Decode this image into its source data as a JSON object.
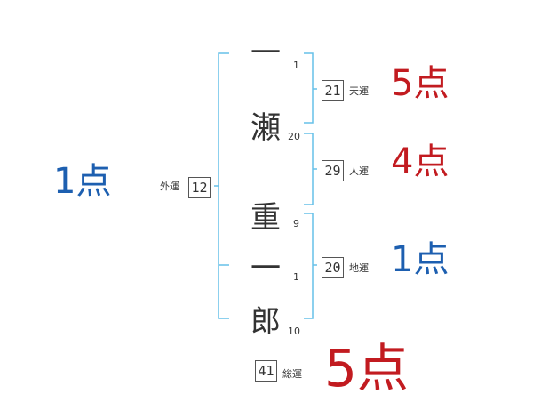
{
  "colors": {
    "bracket": "#66c0e8",
    "good": "#c21b20",
    "bad": "#1d5fb0",
    "text": "#333333"
  },
  "name": {
    "surname": [
      {
        "char": "一",
        "strokes": "1"
      },
      {
        "char": "瀬",
        "strokes": "20"
      },
      {
        "char": "重",
        "strokes": "9"
      }
    ],
    "given": [
      {
        "char": "一",
        "strokes": "1"
      },
      {
        "char": "郎",
        "strokes": "10"
      }
    ]
  },
  "fortunes": {
    "ten": {
      "value": "21",
      "label": "天運",
      "score": "5点",
      "tone": "good"
    },
    "jin": {
      "value": "29",
      "label": "人運",
      "score": "4点",
      "tone": "good"
    },
    "chi": {
      "value": "20",
      "label": "地運",
      "score": "1点",
      "tone": "bad"
    },
    "gai": {
      "value": "12",
      "label": "外運",
      "score": "1点",
      "tone": "bad"
    },
    "sou": {
      "value": "41",
      "label": "総運",
      "score": "5点",
      "tone": "good"
    }
  }
}
